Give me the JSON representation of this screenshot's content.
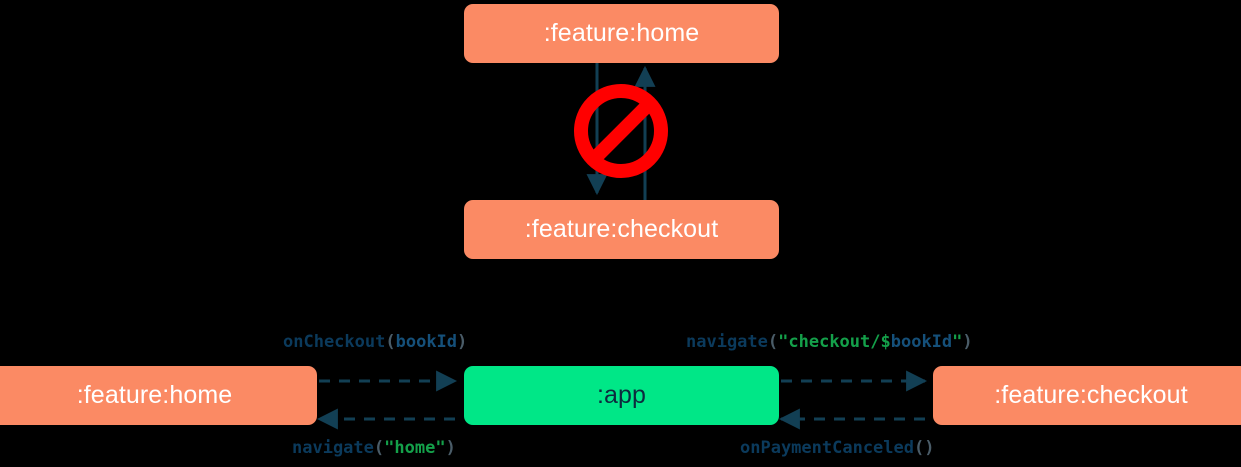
{
  "diagram": {
    "title": "module navigation dependency diagram",
    "colors": {
      "module_orange": "#FB8A64",
      "app_green": "#00E787",
      "arrow_navy": "#123F54",
      "forbidden_red": "#FF0000",
      "code_ident": "#0b3a5c",
      "code_string": "#14a04a",
      "code_punct": "#4a5c68"
    },
    "forbidden_section": {
      "marker_icon": "prohibition-icon",
      "nodes": [
        {
          "id": "top-home",
          "label": ":feature:home",
          "style": "orange"
        },
        {
          "id": "top-checkout",
          "label": ":feature:checkout",
          "style": "orange"
        }
      ],
      "edges": [
        {
          "id": "home-to-checkout",
          "from": "top-home",
          "to": "top-checkout",
          "direction": "down",
          "style": "solid",
          "forbidden": true
        },
        {
          "id": "checkout-to-home",
          "from": "top-checkout",
          "to": "top-home",
          "direction": "up",
          "style": "solid",
          "forbidden": true
        }
      ]
    },
    "allowed_section": {
      "nodes": [
        {
          "id": "bot-home",
          "label": ":feature:home",
          "style": "orange"
        },
        {
          "id": "bot-app",
          "label": ":app",
          "style": "green"
        },
        {
          "id": "bot-checkout",
          "label": ":feature:checkout",
          "style": "orange"
        }
      ],
      "edges": [
        {
          "id": "home-to-app",
          "from": "bot-home",
          "to": "bot-app",
          "direction": "right",
          "style": "dashed",
          "label_text": "onCheckout(bookId)",
          "label_tokens": [
            {
              "t": "onCheckout",
              "k": "ident"
            },
            {
              "t": "(",
              "k": "punct"
            },
            {
              "t": "bookId",
              "k": "var"
            },
            {
              "t": ")",
              "k": "punct"
            }
          ]
        },
        {
          "id": "app-to-checkout",
          "from": "bot-app",
          "to": "bot-checkout",
          "direction": "right",
          "style": "dashed",
          "label_text": "navigate(\"checkout/$bookId\")",
          "label_tokens": [
            {
              "t": "navigate",
              "k": "ident"
            },
            {
              "t": "(",
              "k": "punct"
            },
            {
              "t": "\"checkout/$",
              "k": "string"
            },
            {
              "t": "bookId",
              "k": "var"
            },
            {
              "t": "\"",
              "k": "string"
            },
            {
              "t": ")",
              "k": "punct"
            }
          ]
        },
        {
          "id": "app-to-home",
          "from": "bot-app",
          "to": "bot-home",
          "direction": "left",
          "style": "dashed",
          "label_text": "navigate(\"home\")",
          "label_tokens": [
            {
              "t": "navigate",
              "k": "ident"
            },
            {
              "t": "(",
              "k": "punct"
            },
            {
              "t": "\"home\"",
              "k": "string"
            },
            {
              "t": ")",
              "k": "punct"
            }
          ]
        },
        {
          "id": "checkout-to-app",
          "from": "bot-checkout",
          "to": "bot-app",
          "direction": "left",
          "style": "dashed",
          "label_text": "onPaymentCanceled()",
          "label_tokens": [
            {
              "t": "onPaymentCanceled",
              "k": "ident"
            },
            {
              "t": "()",
              "k": "punct"
            }
          ]
        }
      ]
    }
  }
}
